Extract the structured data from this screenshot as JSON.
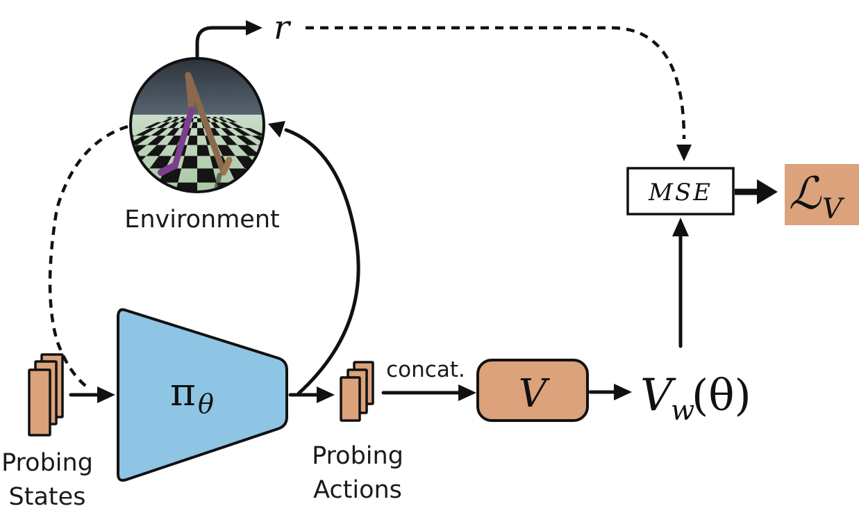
{
  "colors": {
    "policy_fill": "#8fc5e4",
    "value_fill": "#dba27b",
    "loss_fill": "#dba27b",
    "card_fill": "#dba27b",
    "stroke": "#111111"
  },
  "labels": {
    "reward": "r",
    "environment": "Environment",
    "probing_states_line1": "Probing",
    "probing_states_line2": "States",
    "probing_actions_line1": "Probing",
    "probing_actions_line2": "Actions",
    "concat": "concat.",
    "policy_symbol": "π",
    "policy_subscript": "θ",
    "value_symbol": "V",
    "value_output_main": "V",
    "value_output_sub": "w",
    "value_output_arg": "(θ)",
    "mse": "MSE",
    "loss_main": "ℒ",
    "loss_sub": "V"
  }
}
